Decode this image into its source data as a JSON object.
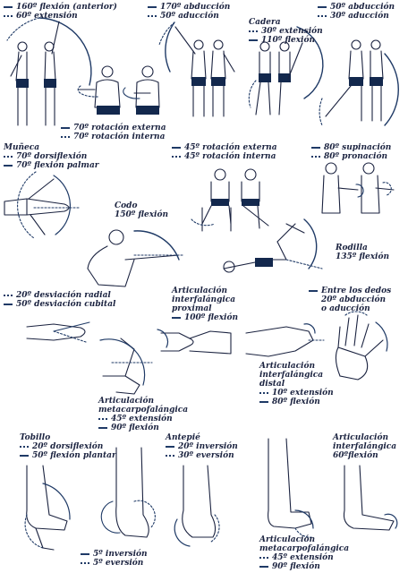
{
  "colors": {
    "stroke": "#1b2340",
    "accent": "#1f3a66",
    "shorts": "#13284d"
  },
  "labels": {
    "shoulder_flex": [
      "160º flexión (anterior)",
      "60º extensión"
    ],
    "shoulder_abd": [
      "170º abducción",
      "50º aducción"
    ],
    "hip_abd": [
      "50º abducción",
      "30º aducción"
    ],
    "hip": {
      "title": "Cadera",
      "a": "30º extensión",
      "b": "110º flexión"
    },
    "shoulder_rot": [
      "70º rotación externa",
      "70º rotación interna"
    ],
    "wrist": {
      "title": "Muñeca",
      "a": "70º dorsiflexión",
      "b": "70º flexión palmar"
    },
    "hip_rot": [
      "45º rotación externa",
      "45º rotación interna"
    ],
    "forearm": [
      "80º supinación",
      "80º pronación"
    ],
    "elbow": {
      "title": "Codo",
      "a": "150º flexión"
    },
    "knee": {
      "title": "Rodilla",
      "a": "135º flexión"
    },
    "wrist_dev": [
      "20º desviación radial",
      "50º desviación cubital"
    ],
    "pip": {
      "t1": "Articulación",
      "t2": "interfalángica",
      "t3": "proximal",
      "a": "100º flexión"
    },
    "fingers": {
      "t1": "Entre los dedos",
      "a": "20º abducción",
      "b": "o aducción"
    },
    "dip": {
      "t1": "Articulación",
      "t2": "interfalángica",
      "t3": "distal",
      "a": "10º extensión",
      "b": "80º flexión"
    },
    "mcp": {
      "t1": "Articulación",
      "t2": "metacarpofalángica",
      "a": "45º extensión",
      "b": "90º flexión"
    },
    "ankle": {
      "title": "Tobillo",
      "a": "20º dorsiflexión",
      "b": "50º flexión plantar"
    },
    "forefoot": {
      "title": "Antepié",
      "a": "20º inversión",
      "b": "30º eversión"
    },
    "toe_ip": {
      "t1": "Articulación",
      "t2": "interfalángica",
      "a": "60ºflexión"
    },
    "subtalar": [
      "5º inversión",
      "5º eversión"
    ],
    "toe_mcp": {
      "t1": "Articulación",
      "t2": "metacarpofalángica",
      "a": "45º extensión",
      "b": "90º flexión"
    }
  }
}
